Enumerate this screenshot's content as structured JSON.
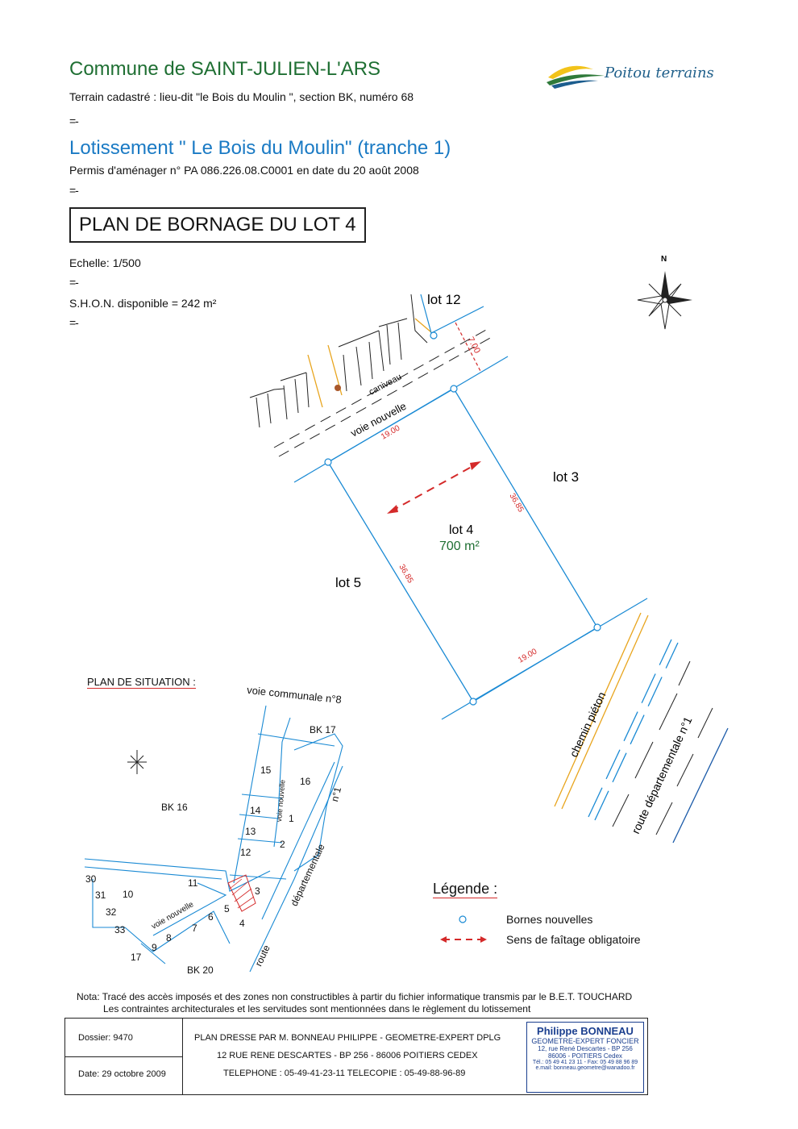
{
  "header": {
    "commune": "Commune de SAINT-JULIEN-L'ARS",
    "terrain": "Terrain cadastré : lieu-dit \"le Bois du Moulin \", section BK, numéro 68",
    "separator": "=-",
    "lotissement": "Lotissement \" Le Bois du Moulin\"  (tranche 1)",
    "permis": "Permis d'aménager n° PA 086.226.08.C0001 en date du 20 août 2008",
    "plan_title": "PLAN DE BORNAGE DU LOT 4",
    "echelle": "Echelle: 1/500",
    "shon": "S.H.O.N. disponible = 242 m²"
  },
  "logo": {
    "text": "Poitou terrains"
  },
  "north": "N",
  "plan": {
    "lot12": "lot 12",
    "lot3": "lot 3",
    "lot5": "lot 5",
    "lot4": "lot 4",
    "lot4_area": "700 m²",
    "caniveau": "caniveau",
    "voie": "voie nouvelle",
    "chemin": "chemin piéton",
    "route": "route départementale  n°1",
    "dim_19_top": "19.00",
    "dim_19_bottom": "19.00",
    "dim_36_right": "36.85",
    "dim_36_left": "36.85",
    "dim_700": "7.00"
  },
  "situation": {
    "title": "PLAN DE SITUATION :",
    "voie_communale": "voie communale n°8",
    "bk17": "BK 17",
    "bk16": "BK 16",
    "bk20": "BK 20",
    "voie_nouvelle": "voie nouvelle",
    "n1": "n°1",
    "departementale": "départementale",
    "route": "route",
    "lots": [
      "15",
      "16",
      "14",
      "1",
      "13",
      "2",
      "12",
      "30",
      "31",
      "10",
      "11",
      "32",
      "3",
      "33",
      "4",
      "5",
      "6",
      "7",
      "9",
      "8",
      "17"
    ]
  },
  "legend": {
    "title": "Légende :",
    "bornes": "Bornes nouvelles",
    "faitage": "Sens de faîtage obligatoire"
  },
  "nota": {
    "line1": "Nota: Tracé des accès imposés et des zones non constructibles à partir du fichier informatique transmis par le B.E.T. TOUCHARD",
    "line2": "Les contraintes architecturales et les servitudes sont mentionnées dans le règlement du lotissement"
  },
  "footer": {
    "dossier": "Dossier: 9470",
    "date": "Date: 29 octobre 2009",
    "line1": "PLAN DRESSE PAR M. BONNEAU PHILIPPE - GEOMETRE-EXPERT DPLG",
    "line2": "12 RUE RENE DESCARTES - BP 256 - 86006 POITIERS CEDEX",
    "line3": "TELEPHONE : 05-49-41-23-11  TELECOPIE : 05-49-88-96-89",
    "stamp_name": "Philippe BONNEAU",
    "stamp_title": "GEOMETRE-EXPERT FONCIER",
    "stamp_addr1": "12, rue René Descartes - BP 256",
    "stamp_addr2": "86006 - POITIERS Cedex",
    "stamp_tel": "Tél.: 05 49 41 23 11 - Fax: 05 49 88 96 89",
    "stamp_mail": "e.mail: bonneau.geometre@wanadoo.fr"
  },
  "colors": {
    "blue": "#1a8ad4",
    "red": "#d42a2a",
    "orange": "#e8a41c",
    "green": "#1f6f33"
  }
}
